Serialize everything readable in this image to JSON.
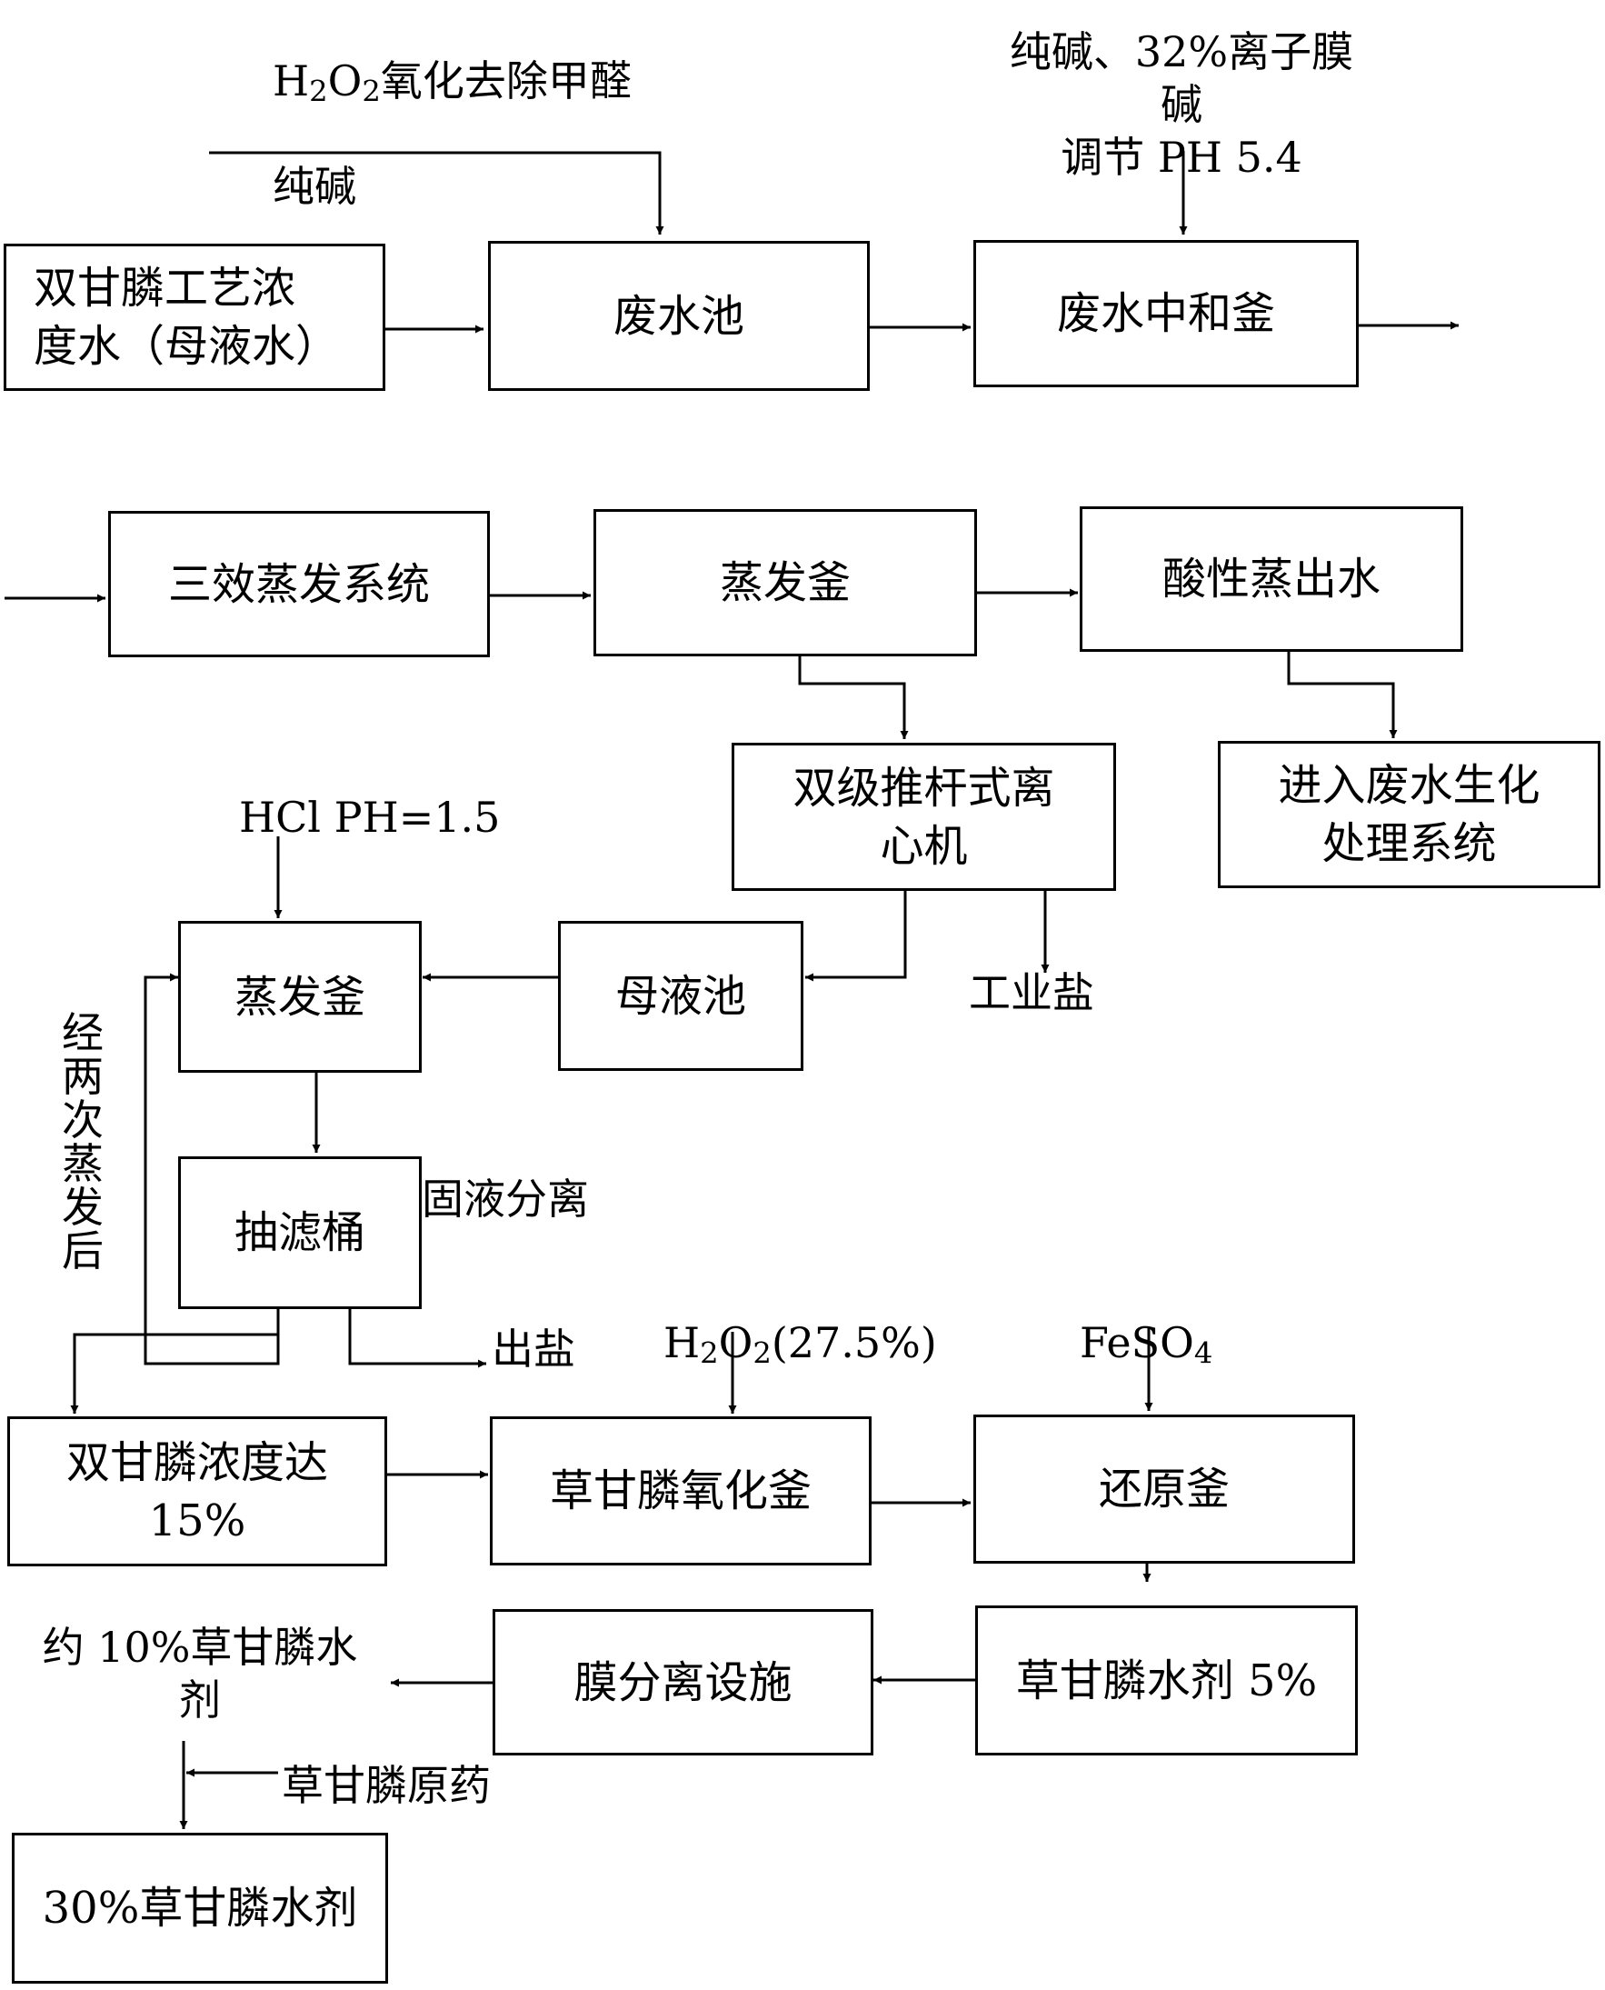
{
  "boxes": {
    "bgp_wastewater": "双甘膦工艺浓\n度水（母液水）",
    "wastewater_pool": "废水池",
    "neutralization_kettle": "废水中和釜",
    "triple_effect_evaporation": "三效蒸发系统",
    "evaporation_kettle_1": "蒸发釜",
    "acidic_distillate": "酸性蒸出水",
    "two_stage_centrifuge": "双级推杆式离\n心机",
    "biochemical_treatment": "进入废水生化\n处理系统",
    "evaporation_kettle_2": "蒸发釜",
    "mother_liquor_pool": "母液池",
    "suction_filter_bucket": "抽滤桶",
    "bgp_concentration": "双甘膦浓度达\n15%",
    "glyphosate_oxidation_kettle": "草甘膦氧化釜",
    "reduction_kettle": "还原釜",
    "membrane_separation": "膜分离设施",
    "glyphosate_aqueous_5": "草甘膦水剂 5%",
    "glyphosate_aqueous_30": "30%草甘膦水剂"
  },
  "labels": {
    "h2o2_line1_main": "H",
    "h2o2_line1_sub1": "2",
    "h2o2_line1_mid": "O",
    "h2o2_line1_sub2": "2",
    "h2o2_line1_rest": "氧化去除甲醛",
    "h2o2_line2": "纯碱",
    "soda_alkali": "纯碱、32%离子膜碱\n调节 PH 5.4",
    "hcl_ph": "HCl PH=1.5",
    "industrial_salt": "工业盐",
    "after_two_evaporations": "经两次蒸发后",
    "solid_liquid_separation": "固液分离",
    "salt_out": "出盐",
    "h2o2_275_a": "H",
    "h2o2_275_s1": "2",
    "h2o2_275_b": "O",
    "h2o2_275_s2": "2",
    "h2o2_275_c": "(27.5%)",
    "feso4_a": "FeSO",
    "feso4_s": "4",
    "glyphosate_10": "约 10%草甘膦水\n剂",
    "glyphosate_technical": "草甘膦原药"
  },
  "colors": {
    "line": "#000000",
    "background": "#ffffff"
  }
}
